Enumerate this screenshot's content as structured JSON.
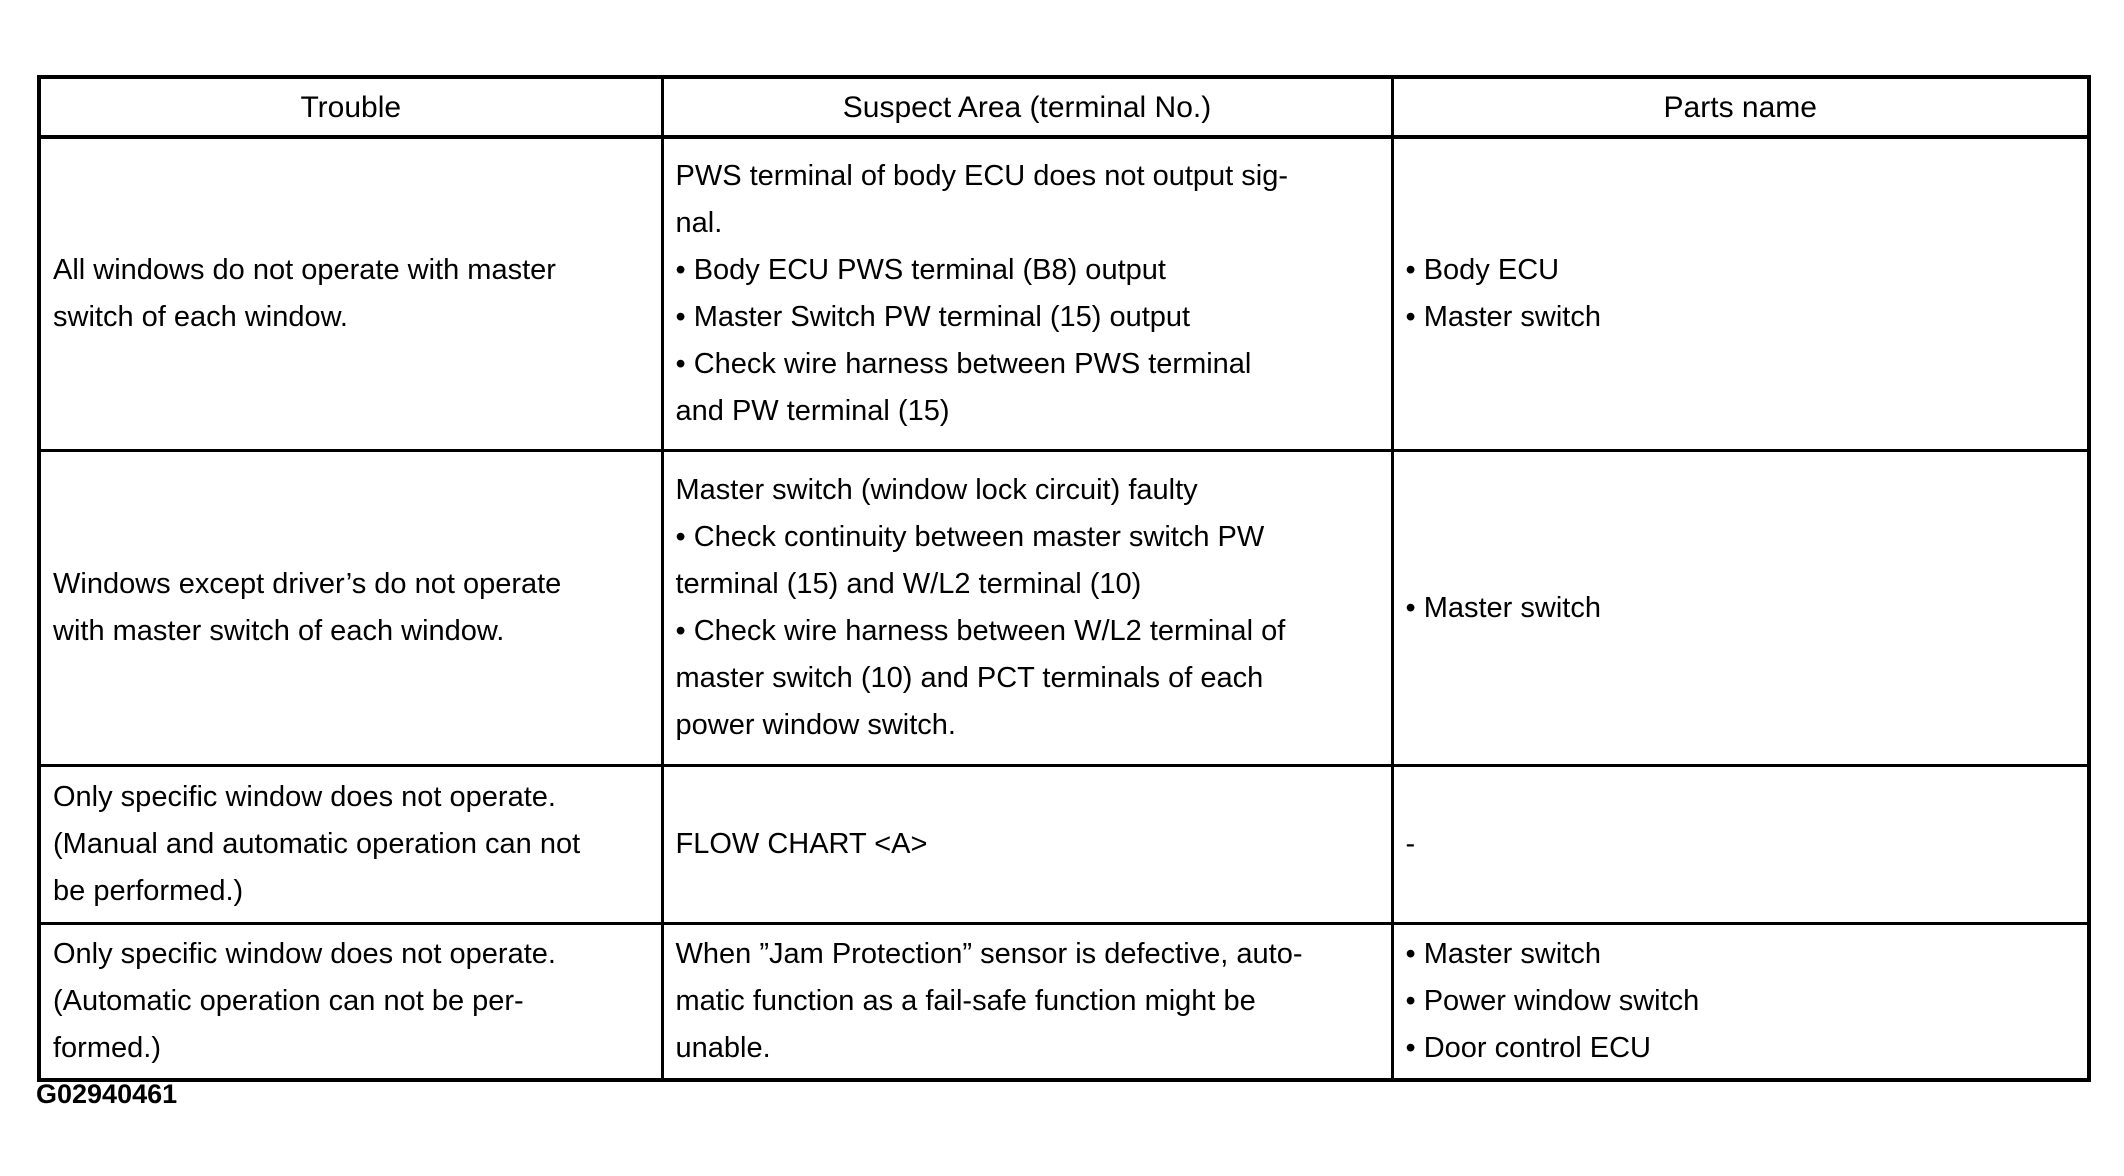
{
  "table": {
    "headers": [
      "Trouble",
      "Suspect Area (terminal No.)",
      "Parts name"
    ],
    "rows": [
      {
        "trouble": [
          "All windows do not operate with master",
          "switch of each window."
        ],
        "suspect": [
          "PWS terminal of body ECU does not output sig-",
          "nal.",
          "• Body ECU PWS terminal (B8) output",
          "• Master Switch PW terminal (15) output",
          "• Check wire harness between PWS terminal",
          "and PW terminal (15)"
        ],
        "parts": [
          "• Body ECU",
          "• Master switch"
        ]
      },
      {
        "trouble": [
          "Windows except driver’s do not operate",
          "with master switch of each window."
        ],
        "suspect": [
          "Master switch (window lock circuit) faulty",
          "• Check continuity between master switch PW",
          "terminal (15) and W/L2 terminal (10)",
          "• Check wire harness between W/L2 terminal of",
          "master switch (10) and PCT terminals of each",
          "power window switch."
        ],
        "parts": [
          "• Master switch"
        ]
      },
      {
        "trouble": [
          "Only specific window does not operate.",
          "(Manual and automatic operation can not",
          "be performed.)"
        ],
        "suspect": [
          "FLOW CHART <A>"
        ],
        "parts": [
          "-"
        ]
      },
      {
        "trouble": [
          "Only specific window does not operate.",
          "(Automatic operation can not be per-",
          "formed.)"
        ],
        "suspect": [
          "When ”Jam Protection” sensor is defective, auto-",
          "matic function as a fail-safe function might be",
          "unable."
        ],
        "parts": [
          "• Master switch",
          "• Power window switch",
          "• Door control ECU"
        ]
      }
    ]
  },
  "footer": {
    "figure_id": "G02940461"
  }
}
